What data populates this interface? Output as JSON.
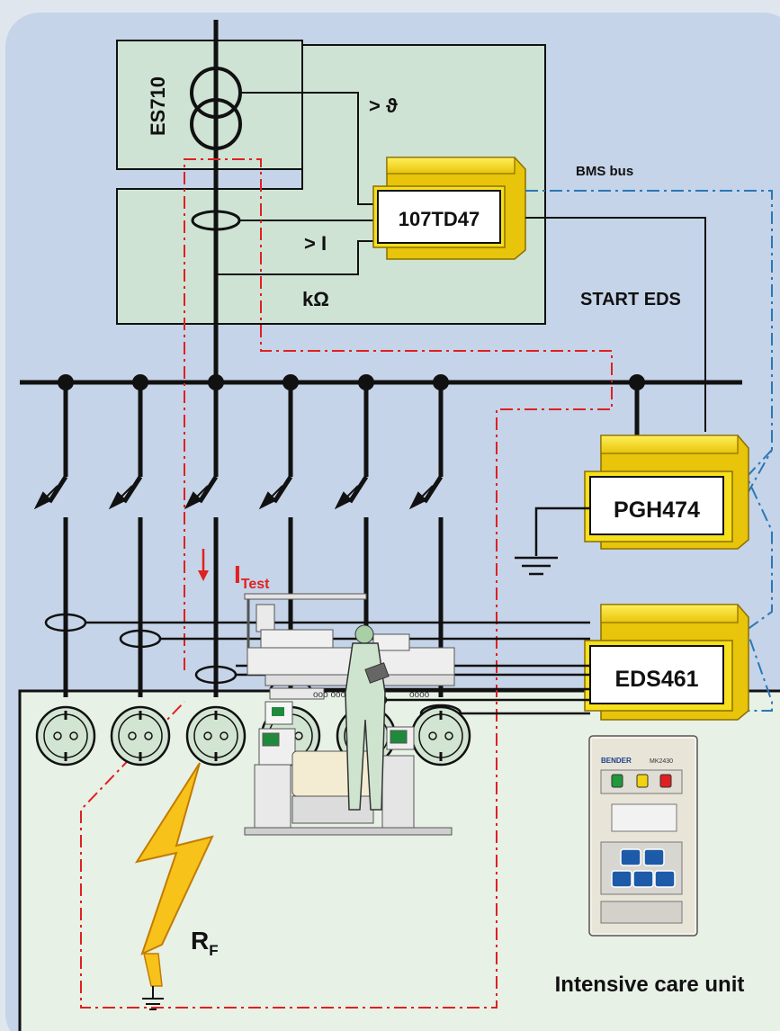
{
  "labels": {
    "transformer": "ES710",
    "temp_symbol": "> ϑ",
    "overcurrent": "> I",
    "insulation": "kΩ",
    "monitor": "107TD47",
    "bms_bus": "BMS bus",
    "start_eds": "START EDS",
    "pgh": "PGH474",
    "eds": "EDS461",
    "test_current_main": "I",
    "test_current_sub": "Test",
    "fault_main": "R",
    "fault_sub": "F",
    "icu": "Intensive care unit",
    "panel_brand": "BENDER",
    "panel_model": "MK2430"
  },
  "colors": {
    "background": "#c5d4e8",
    "box_green": "#cfe3d4",
    "icu_area": "#e7f1e6",
    "device_yellow": "#f6df1c",
    "device_edge": "#c9a200",
    "test_red": "#e02020",
    "bus_blue": "#2a77b8",
    "line_black": "#111111"
  },
  "icons": [
    "transformer-icon",
    "ground-icon",
    "lightning-icon",
    "socket-icon",
    "circuit-breaker-icon",
    "current-transformer-icon"
  ]
}
